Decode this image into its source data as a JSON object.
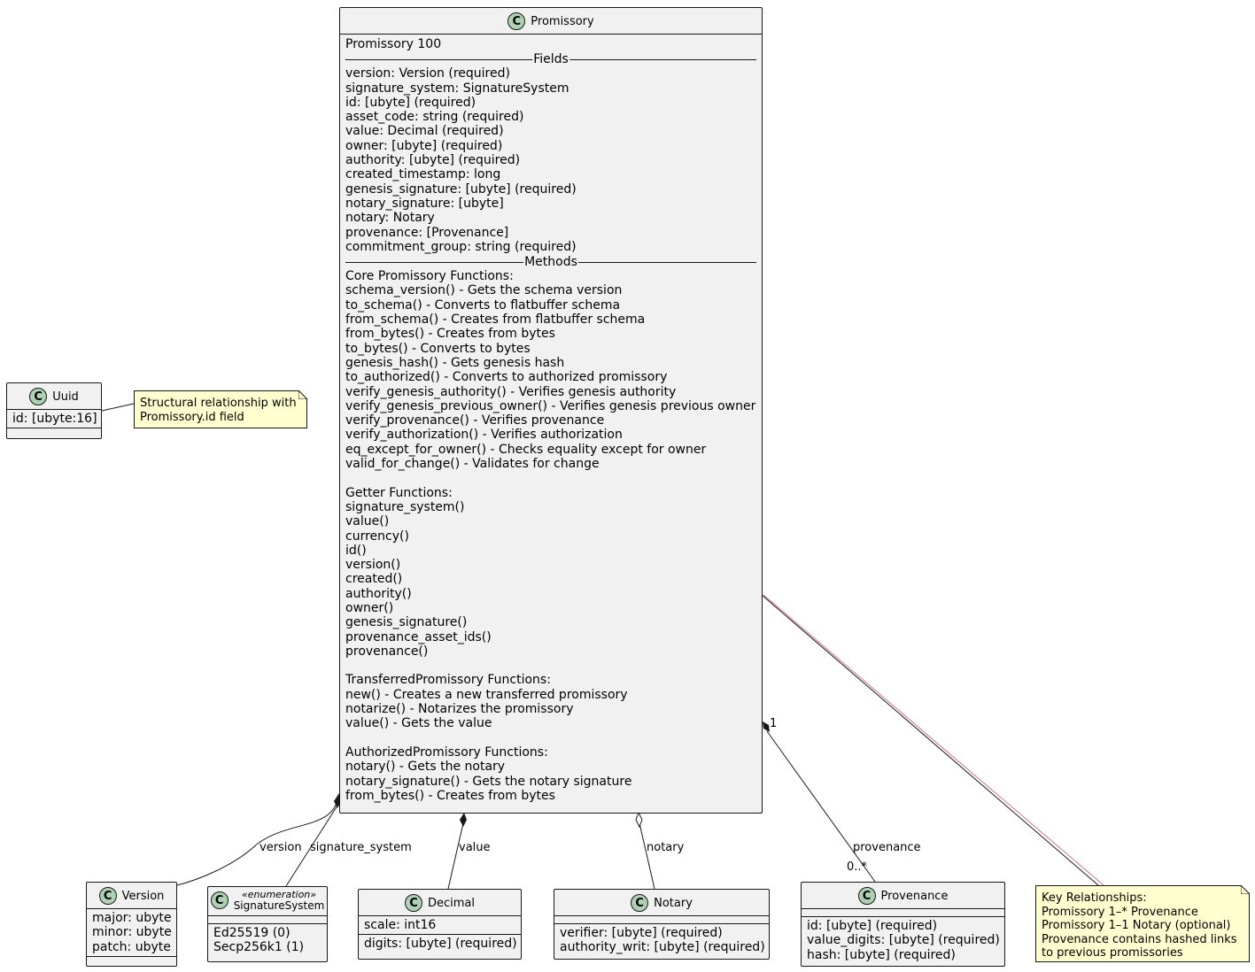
{
  "badge_letter": "C",
  "promissory": {
    "name": "Promissory",
    "description": "Promissory 100",
    "fields_label": "Fields",
    "methods_label": "Methods",
    "fields": [
      "version: Version (required)",
      "signature_system: SignatureSystem",
      "id: [ubyte] (required)",
      "asset_code: string (required)",
      "value: Decimal (required)",
      "owner: [ubyte] (required)",
      "authority: [ubyte] (required)",
      "created_timestamp: long",
      "genesis_signature: [ubyte] (required)",
      "notary_signature: [ubyte]",
      "notary: Notary",
      "provenance: [Provenance]",
      "commitment_group: string (required)"
    ],
    "methods": [
      "Core Promissory Functions:",
      "schema_version() - Gets the schema version",
      "to_schema() - Converts to flatbuffer schema",
      "from_schema() - Creates from flatbuffer schema",
      "from_bytes() - Creates from bytes",
      "to_bytes() - Converts to bytes",
      "genesis_hash() - Gets genesis hash",
      "to_authorized() - Converts to authorized promissory",
      "verify_genesis_authority() - Verifies genesis authority",
      "verify_genesis_previous_owner() - Verifies genesis previous owner",
      "verify_provenance() - Verifies provenance",
      "verify_authorization() - Verifies authorization",
      "eq_except_for_owner() - Checks equality except for owner",
      "valid_for_change() - Validates for change",
      "",
      "Getter Functions:",
      "signature_system()",
      "value()",
      "currency()",
      "id()",
      "version()",
      "created()",
      "authority()",
      "owner()",
      "genesis_signature()",
      "provenance_asset_ids()",
      "provenance()",
      "",
      "TransferredPromissory Functions:",
      "new() - Creates a new transferred promissory",
      "notarize() - Notarizes the promissory",
      "value() - Gets the value",
      "",
      "AuthorizedPromissory Functions:",
      "notary() - Gets the notary",
      "notary_signature() - Gets the notary signature",
      "from_bytes() - Creates from bytes"
    ]
  },
  "uuid": {
    "name": "Uuid",
    "fields": [
      "id: [ubyte:16]"
    ]
  },
  "uuid_note": {
    "lines": [
      "Structural relationship with",
      "Promissory.id field"
    ]
  },
  "version": {
    "name": "Version",
    "fields": [
      "major: ubyte",
      "minor: ubyte",
      "patch: ubyte"
    ]
  },
  "signature_system": {
    "name": "SignatureSystem",
    "stereotype": "«enumeration»",
    "values": [
      "Ed25519 (0)",
      "Secp256k1 (1)"
    ]
  },
  "decimal": {
    "name": "Decimal",
    "fields": [
      "scale: int16"
    ],
    "methods": [
      "digits: [ubyte] (required)"
    ]
  },
  "notary": {
    "name": "Notary",
    "fields": [
      "verifier: [ubyte] (required)",
      "authority_writ: [ubyte] (required)"
    ]
  },
  "provenance": {
    "name": "Provenance",
    "fields": [
      "id: [ubyte] (required)",
      "value_digits: [ubyte] (required)",
      "hash: [ubyte] (required)"
    ]
  },
  "key_note": {
    "lines": [
      "Key Relationships:",
      "Promissory 1–* Provenance",
      "Promissory 1–1 Notary (optional)",
      "Provenance contains hashed links",
      "to previous promissories"
    ]
  },
  "edge_labels": {
    "version": "version",
    "signature_system": "signature_system",
    "value": "value",
    "notary": "notary",
    "provenance": "provenance",
    "mult_one": "1",
    "mult_many": "0..*"
  },
  "colors": {
    "class_fill": "#f1f1f1",
    "class_border": "#181818",
    "badge": "#add1b2",
    "note_fill": "#fefece",
    "note_connector": "#a80036"
  }
}
